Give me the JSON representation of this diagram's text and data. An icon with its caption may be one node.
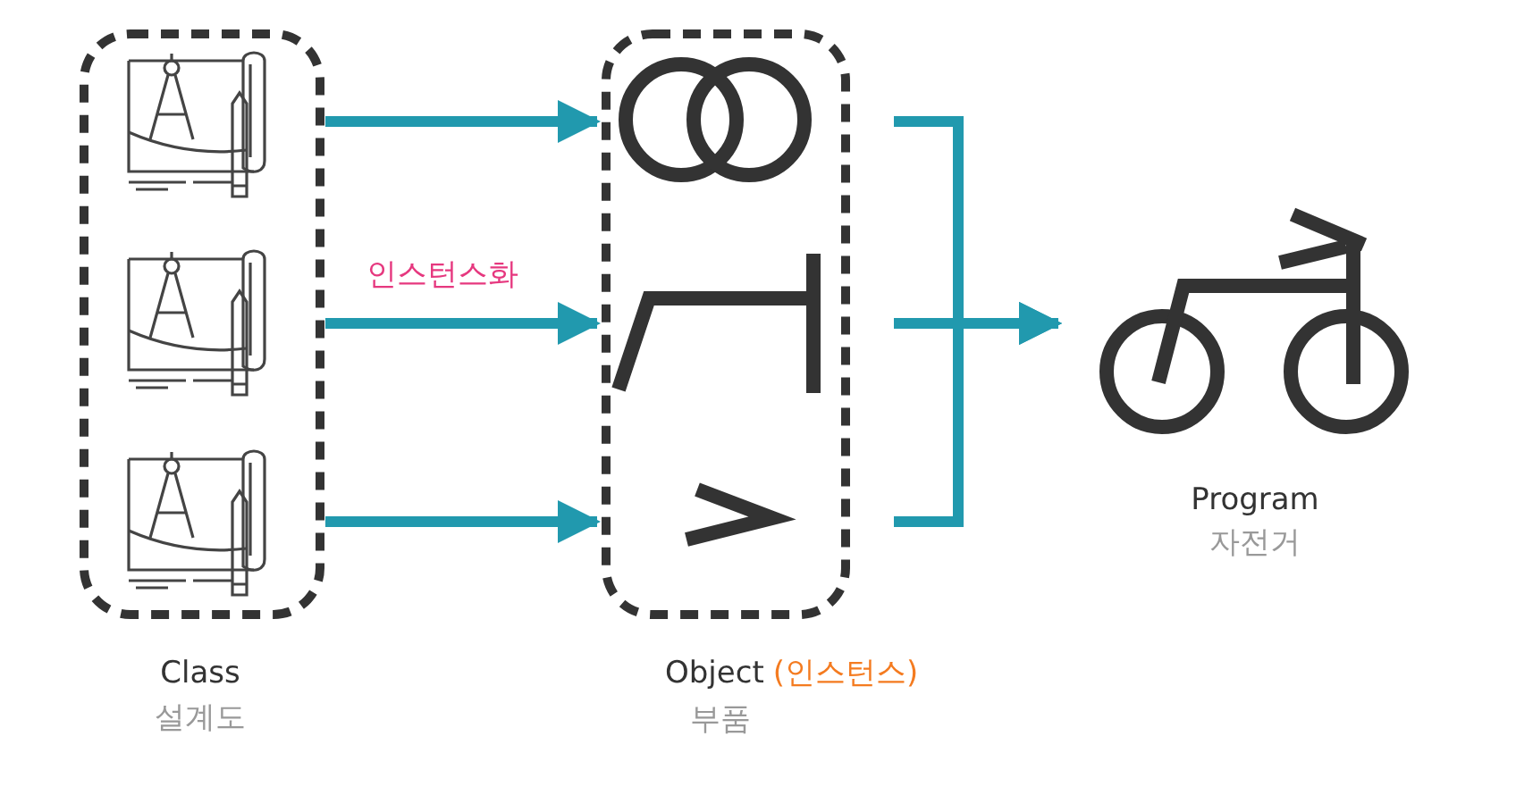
{
  "diagram": {
    "nodes": [
      {
        "text": [
          "Class",
          "설계도"
        ]
      },
      {
        "text": [],
        "shape": "picture",
        "in": 0
      },
      {
        "text": [],
        "shape": "picture",
        "in": 0
      },
      {
        "text": [],
        "shape": "picture",
        "in": 0
      },
      {
        "text": [
          "Object",
          "(인스턴스)",
          "부품"
        ]
      },
      {
        "text": [],
        "shape": "circle",
        "in": 4
      },
      {
        "text": [],
        "shape": "picture",
        "in": 4
      },
      {
        "text": [],
        "shape": "picture",
        "in": 4
      },
      {
        "text": [
          "Program",
          "자전거"
        ]
      }
    ],
    "edges": [
      {
        "from": 0,
        "to": 4,
        "arrow": "to"
      },
      {
        "from": 0,
        "to": 4,
        "arrow": "to",
        "label": "인스턴스화"
      },
      {
        "from": 0,
        "to": 4,
        "arrow": "to"
      },
      {
        "from": 5,
        "to": 8,
        "arrow": "to"
      },
      {
        "from": 6,
        "to": 8,
        "arrow": "to"
      },
      {
        "from": 7,
        "to": 8,
        "arrow": "to"
      }
    ]
  }
}
